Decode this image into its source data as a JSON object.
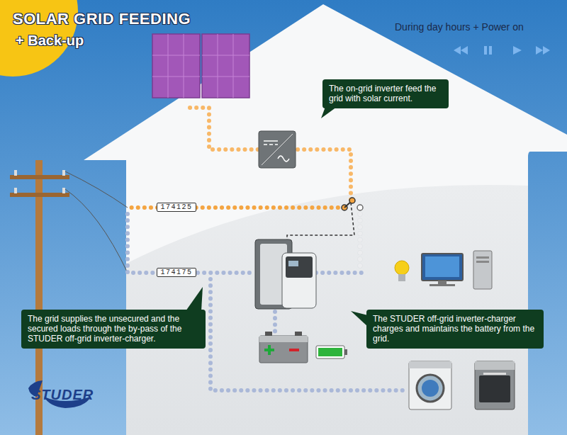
{
  "diagram": {
    "title": "SOLAR GRID FEEDING",
    "nodes": [
      {
        "text": [
          "The on-grid inverter feed the grid with solar current."
        ]
      },
      {
        "text": [
          "174125"
        ]
      },
      {
        "text": [
          "174175"
        ]
      },
      {
        "text": [
          "The grid supplies the unsecured and the secured loads through the by-pass of the STUDER off-grid inverter-charger."
        ]
      },
      {
        "text": [
          "The STUDER off-grid inverter-charger charges and maintains the battery from the grid."
        ]
      }
    ],
    "labels": [
      "+ Back-up",
      "During day hours + Power on",
      "STUDER"
    ]
  }
}
